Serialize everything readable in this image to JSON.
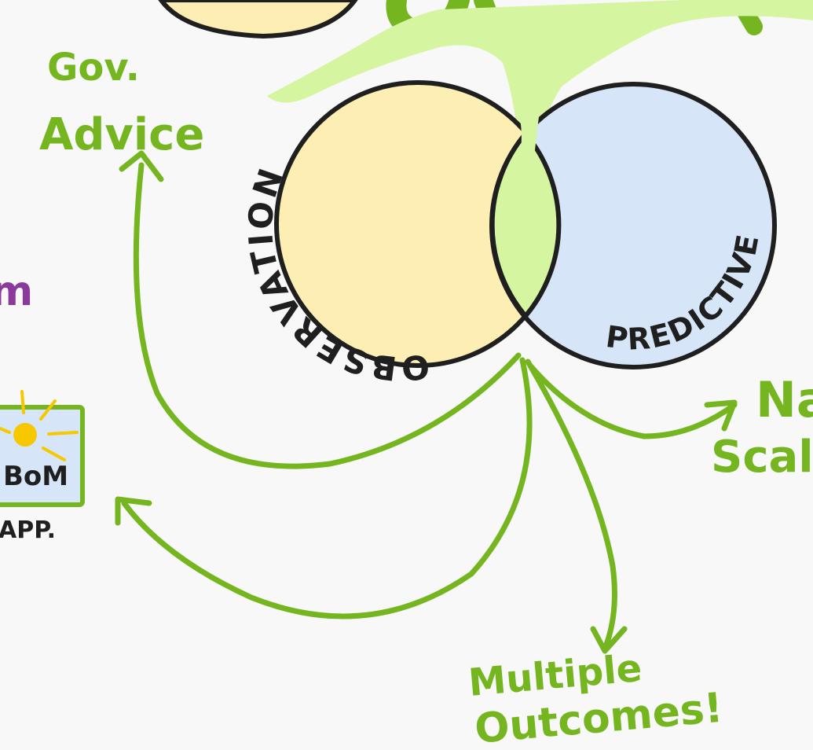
{
  "colors": {
    "background": "#f8f8f8",
    "accent_green": "#74b520",
    "drip_green": "#d6f5a0",
    "observation_fill": "#fdeeb4",
    "predictive_fill": "#d6e6f8",
    "outline": "#1f1f1f",
    "purple": "#8a3a9c",
    "sun_yellow": "#f5c800"
  },
  "venn": {
    "left_label": "OBSERVATION",
    "right_label": "PREDICTIVE"
  },
  "labels": {
    "gov_line1": "Gov.",
    "gov_line2": "Advice",
    "bom": "BoM",
    "app": "APP.",
    "national_partial": "Na",
    "scale_partial": "Scale",
    "multiple": "Multiple",
    "outcomes": "Outcomes!",
    "purple_partial": "m"
  },
  "icons": {
    "bom_app": "sun-weather-app-icon"
  }
}
